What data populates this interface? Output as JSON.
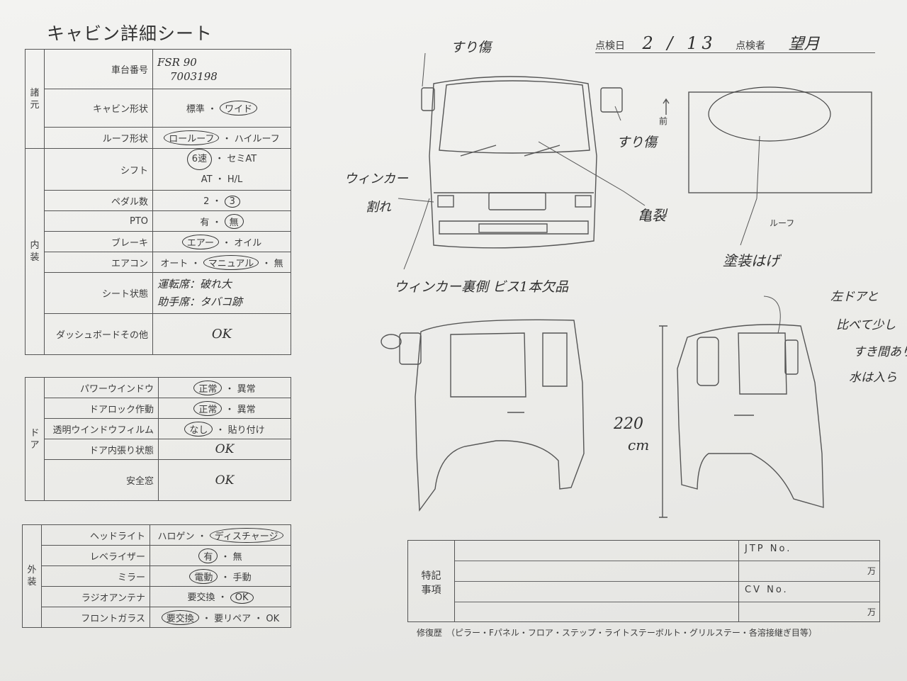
{
  "title": "キャビン詳細シート",
  "header": {
    "inspection_date_label": "点検日",
    "inspection_date": "2 / 13",
    "inspector_label": "点検者",
    "inspector": "望月"
  },
  "specs_section": {
    "group": "諸元",
    "rows": [
      {
        "label": "車台番号",
        "value": "FSR 90",
        "value2": "7003198"
      },
      {
        "label": "キャビン形状",
        "options": [
          "標準",
          "ワイド"
        ],
        "sep": "・"
      },
      {
        "label": "ルーフ形状",
        "options": [
          "ロールーフ",
          "ハイルーフ"
        ],
        "sep": "・"
      }
    ]
  },
  "interior_section": {
    "group": "内装",
    "rows": [
      {
        "label": "シフト",
        "line1": [
          "6速",
          "セミAT"
        ],
        "line2": [
          "AT",
          "H/L"
        ],
        "sep": "・"
      },
      {
        "label": "ペダル数",
        "options": [
          "2",
          "3"
        ],
        "sep": "・"
      },
      {
        "label": "PTO",
        "options": [
          "有",
          "無"
        ],
        "sep": "・"
      },
      {
        "label": "ブレーキ",
        "options": [
          "エアー",
          "オイル"
        ],
        "sep": "・"
      },
      {
        "label": "エアコン",
        "options": [
          "オート",
          "マニュアル",
          "無"
        ],
        "sep": "・"
      },
      {
        "label": "シート状態",
        "line1": "運転席：破れ大",
        "line2": "助手席：タバコ跡"
      },
      {
        "label": "ダッシュボードその他",
        "value": "OK"
      }
    ]
  },
  "door_section": {
    "group": "ドア",
    "rows": [
      {
        "label": "パワーウインドウ",
        "options": [
          "正常",
          "異常"
        ],
        "sep": "・"
      },
      {
        "label": "ドアロック作動",
        "options": [
          "正常",
          "異常"
        ],
        "sep": "・"
      },
      {
        "label": "透明ウインドウフィルム",
        "options": [
          "なし",
          "貼り付け"
        ],
        "sep": "・"
      },
      {
        "label": "ドア内張り状態",
        "value": "OK"
      },
      {
        "label": "安全窓",
        "value": "OK"
      }
    ]
  },
  "exterior_section": {
    "group": "外装",
    "rows": [
      {
        "label": "ヘッドライト",
        "options": [
          "ハロゲン",
          "ディスチャージ"
        ],
        "sep": "・"
      },
      {
        "label": "レベライザー",
        "options": [
          "有",
          "無"
        ],
        "sep": "・"
      },
      {
        "label": "ミラー",
        "options": [
          "電動",
          "手動"
        ],
        "sep": "・"
      },
      {
        "label": "ラジオアンテナ",
        "options": [
          "要交換",
          "OK"
        ],
        "sep": "・"
      },
      {
        "label": "フロントガラス",
        "options": [
          "要交換",
          "要リペア",
          "OK"
        ],
        "sep": "・"
      }
    ]
  },
  "annotations": {
    "scratch_left": "すり傷",
    "scratch_right": "すり傷",
    "front_arrow": "前",
    "roof_label": "ルーフ",
    "winker": "ウィンカー",
    "winker2": "割れ",
    "crack": "亀裂",
    "paint": "塗装はげ",
    "winker_back": "ウィンカー裏側 ビス1本欠品",
    "door_note_1": "左ドアと",
    "door_note_2": "比べて少し",
    "door_note_3": "すき間あり",
    "door_note_4": "水は入ら",
    "height_value": "220",
    "height_unit": "cm"
  },
  "special_notes": {
    "label_line1": "特記",
    "label_line2": "事項",
    "jtp_label": "JTP No.",
    "cv_label": "CV No.",
    "unit": "万"
  },
  "repair_history": "修復歴　（ピラー・Fパネル・フロア・ステップ・ライトステーボルト・グリルステー・各溶接継ぎ目等）"
}
